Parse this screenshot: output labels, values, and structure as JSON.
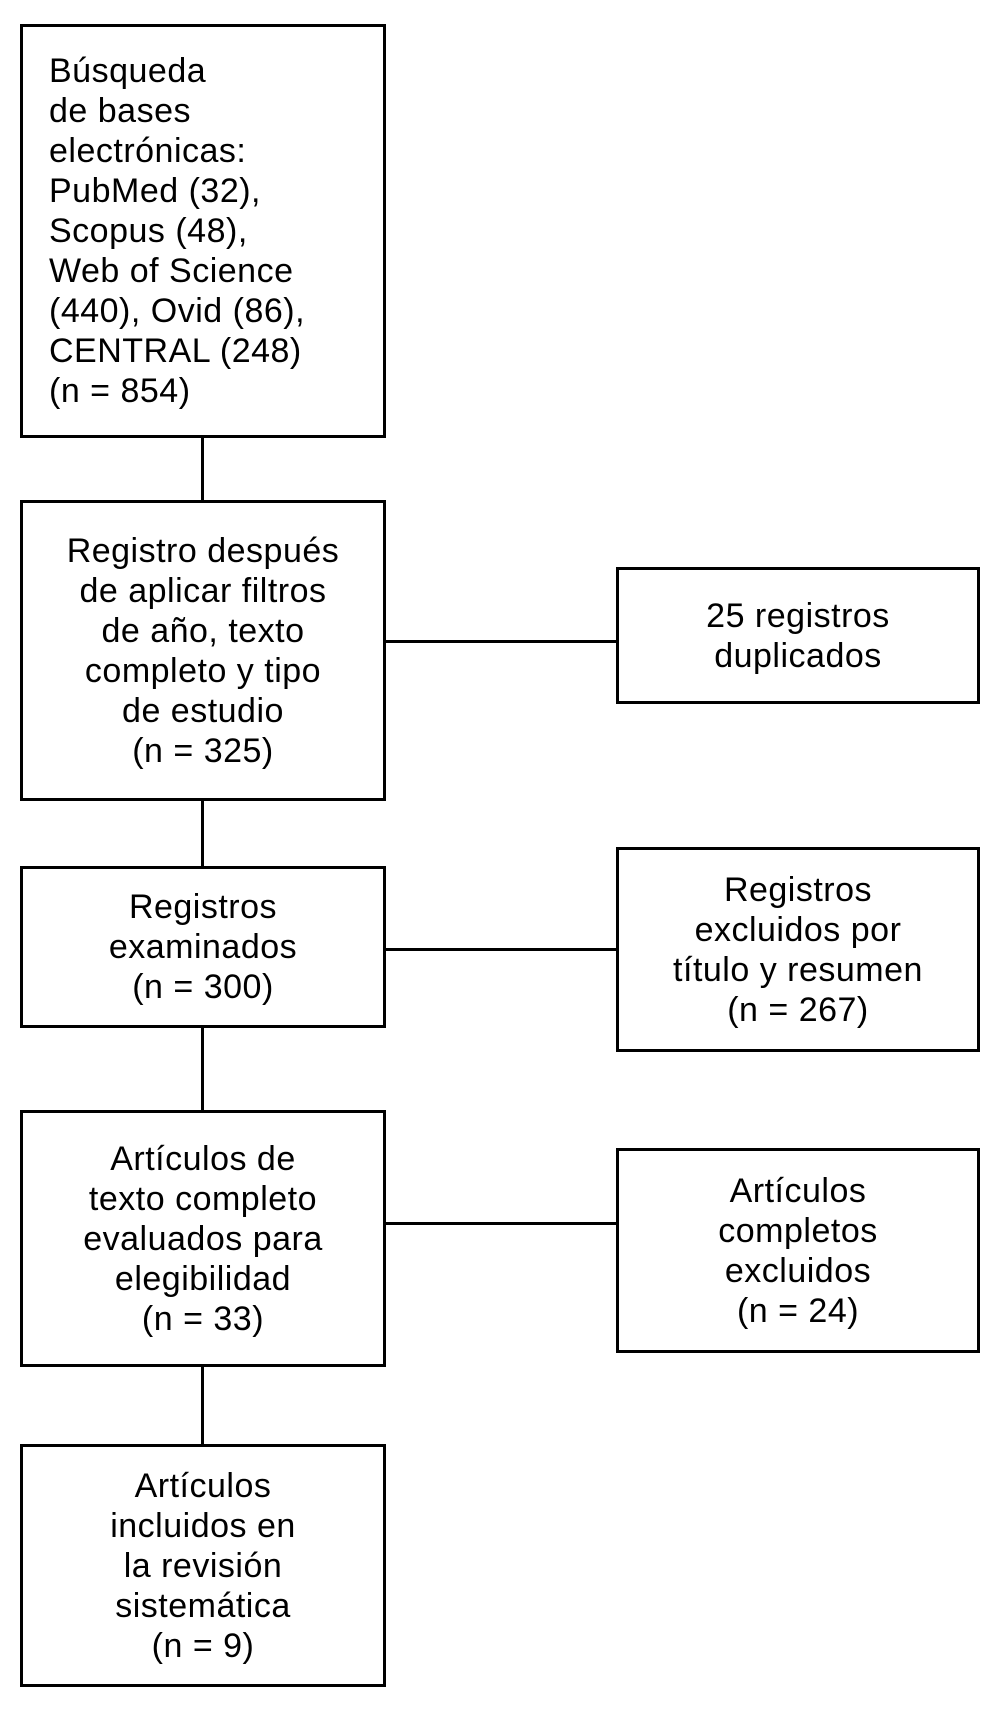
{
  "diagram": {
    "type": "flowchart",
    "language": "es",
    "colors": {
      "background": "#ffffff",
      "box_border": "#000000",
      "text": "#000000",
      "connector": "#000000"
    },
    "main_flow": [
      {
        "id": "database-search",
        "text": "Búsqueda\nde bases\nelectrónicas:\nPubMed (32),\nScopus (48),\nWeb of Science\n(440), Ovid (86),\nCENTRAL (248)\n(n = 854)"
      },
      {
        "id": "after-filters",
        "text": "Registro después\nde aplicar filtros\nde año, texto\ncompleto y tipo\nde estudio\n(n = 325)"
      },
      {
        "id": "records-screened",
        "text": "Registros\nexaminados\n(n = 300)"
      },
      {
        "id": "fulltext-assessed",
        "text": "Artículos de\ntexto completo\nevaluados para\nelegibilidad\n(n = 33)"
      },
      {
        "id": "included",
        "text": "Artículos\nincluidos en\nla revisión\nsistemática\n(n = 9)"
      }
    ],
    "exclusions": [
      {
        "id": "duplicates",
        "text": "25 registros\nduplicados"
      },
      {
        "id": "excluded-title-abstract",
        "text": "Registros\nexcluidos por\ntítulo y resumen\n(n = 267)"
      },
      {
        "id": "fulltext-excluded",
        "text": "Artículos\ncompletos\nexcluidos\n(n = 24)"
      }
    ]
  }
}
